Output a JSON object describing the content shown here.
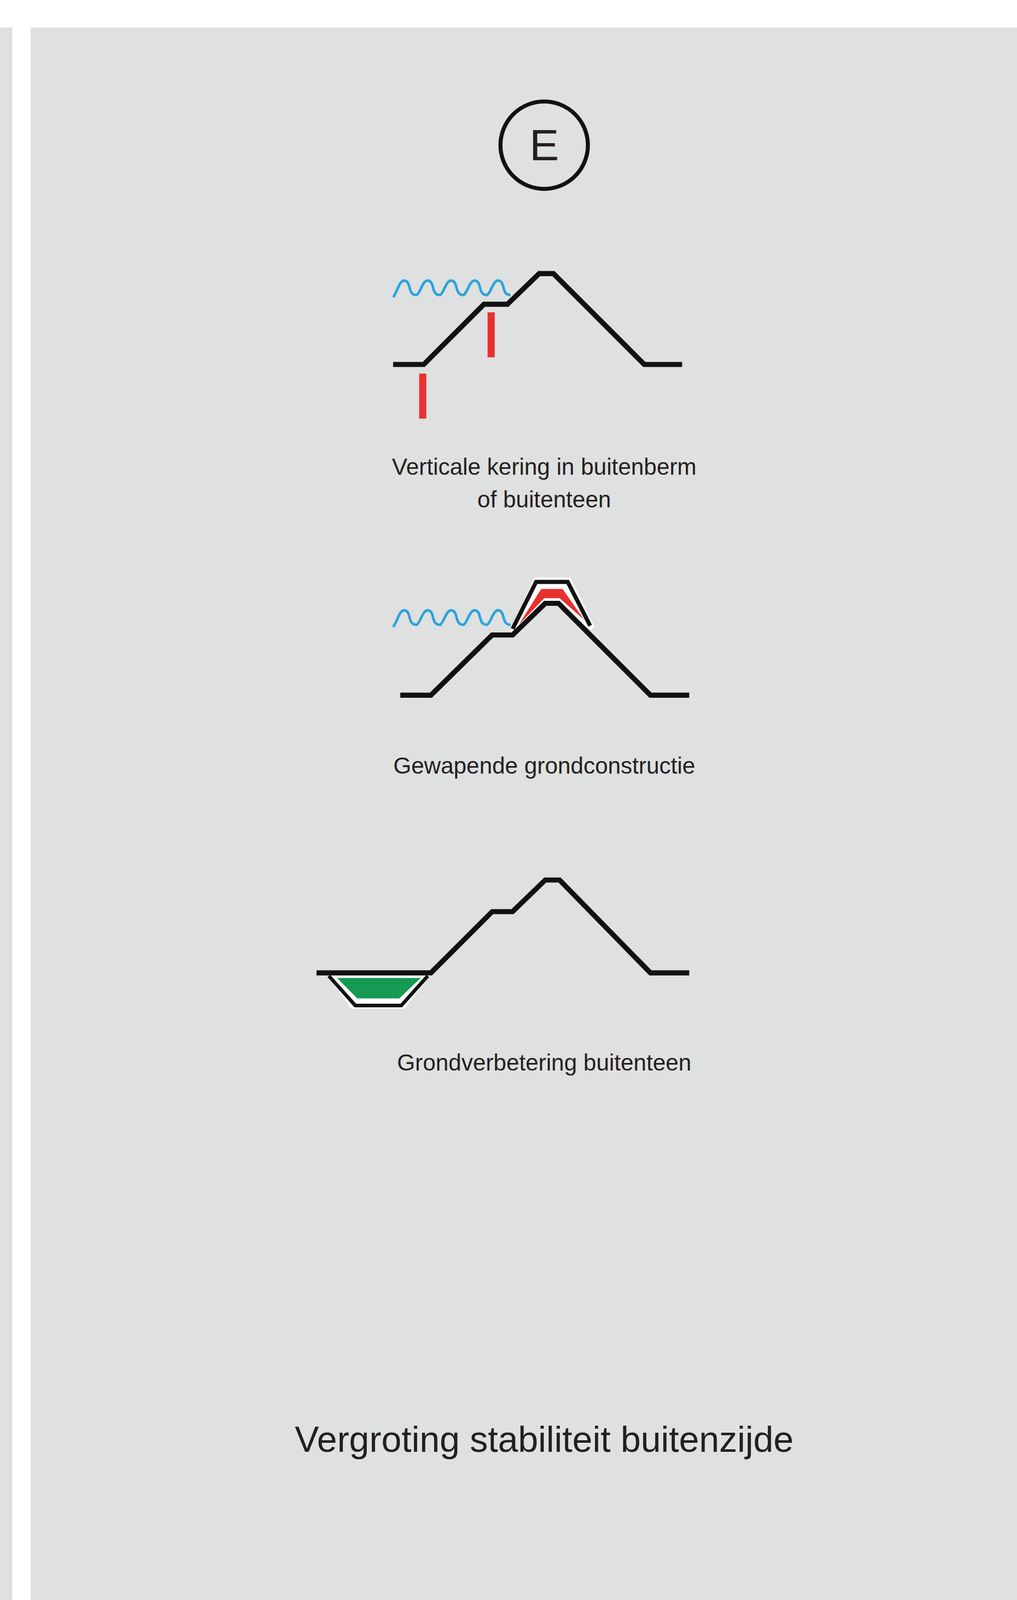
{
  "diagram": {
    "caption": "Vergroting stabiliteit buitenzijde",
    "nodes": [
      {
        "text": [
          "E"
        ]
      }
    ],
    "labels": [
      "Verticale kering in buitenberm of buitenteen",
      "Gewapende grondconstructie",
      "Grondverbetering buitenteen"
    ]
  }
}
